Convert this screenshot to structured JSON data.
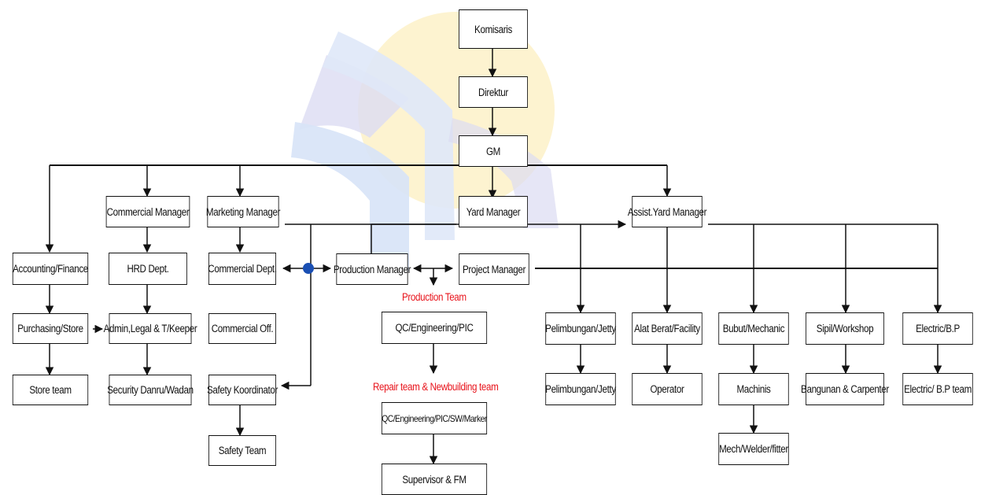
{
  "colors": {
    "line": "#111111",
    "label": "#e8141c",
    "watermark_blue": "#d7e3f7",
    "watermark_yellow": "#fcefc0",
    "watermark_violet": "#dcdcf2"
  },
  "watermark": {
    "icon": "university-logo-watermark"
  },
  "chart": {
    "top": {
      "komisaris": "Komisaris",
      "direktur": "Direktur",
      "gm": "GM"
    },
    "managers": {
      "commercial": "Commercial Manager",
      "marketing": "Marketing Manager",
      "yard": "Yard Manager",
      "assist_yard": "Assist.Yard Manager"
    },
    "left": {
      "accounting": "Accounting/Finance",
      "purchasing": "Purchasing/Store",
      "store_team": "Store team",
      "hrd": "HRD Dept.",
      "admin_legal": "Admin,Legal & T/Keeper",
      "security": "Security Danru/Wadan",
      "commercial_dept": "Commercial Dept.",
      "commercial_off": "Commercial Off.",
      "safety_koordinator": "Safety Koordinator",
      "safety_team": "Safety Team"
    },
    "center": {
      "production_manager": "Production Manager",
      "project_manager": "Project Manager",
      "production_team_label": "Production Team",
      "qc_pic": "QC/Engineering/PIC",
      "repair_label": "Repair team & Newbuilding team",
      "qc_marker": "QC/Engineering/PIC/SW/Marker",
      "supervisor": "Supervisor & FM"
    },
    "right": {
      "pelimbungan": "Pelimbungan/Jetty",
      "pelimbungan_team": "Pelimbungan/Jetty",
      "alat_berat": "Alat Berat/Facility",
      "operator": "Operator",
      "bubut": "Bubut/Mechanic",
      "machinis": "Machinis",
      "mech_welder": "Mech/Welder/fitter",
      "sipil": "Sipil/Workshop",
      "bangunan": "Bangunan & Carpenter",
      "electric": "Electric/B.P",
      "electric_team": "Electric/ B.P team"
    }
  }
}
